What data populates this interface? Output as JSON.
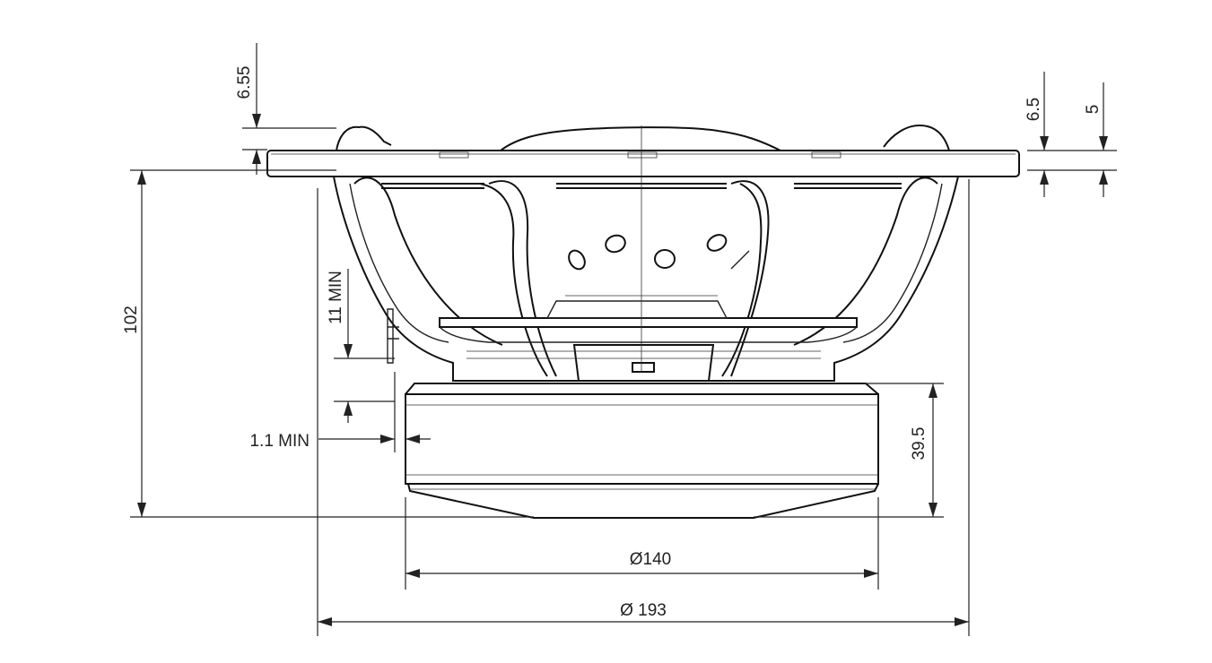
{
  "dimensions": {
    "d655": "6.55",
    "d65": "6.5",
    "d5": "5",
    "d102": "102",
    "d11min": "11 MIN",
    "d11_1min": "1.1 MIN",
    "d395": "39.5",
    "d140": "Ø140",
    "d193": "Ø 193"
  }
}
